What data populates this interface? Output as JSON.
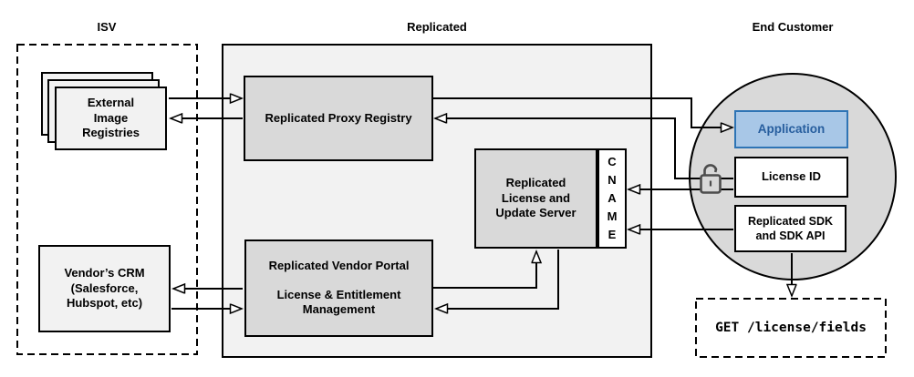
{
  "sections": {
    "isv": {
      "label": "ISV"
    },
    "replicated": {
      "label": "Replicated"
    },
    "end_customer": {
      "label": "End Customer"
    }
  },
  "nodes": {
    "external_image_registries": {
      "lines": [
        "External",
        "Image",
        "Registries"
      ]
    },
    "vendors_crm": {
      "lines": [
        "Vendor’s CRM",
        "(Salesforce,",
        "Hubspot, etc)"
      ]
    },
    "replicated_proxy_registry": {
      "label": "Replicated Proxy Registry"
    },
    "replicated_license_update_server": {
      "lines": [
        "Replicated",
        "License and",
        "Update Server"
      ]
    },
    "cname": {
      "letters": [
        "C",
        "N",
        "A",
        "M",
        "E"
      ]
    },
    "replicated_vendor_portal": {
      "title": "Replicated Vendor Portal",
      "subtitle_lines": [
        "License & Entitlement",
        "Management"
      ]
    },
    "application": {
      "label": "Application"
    },
    "license_id": {
      "label": "License ID"
    },
    "replicated_sdk": {
      "lines": [
        "Replicated SDK",
        "and SDK API"
      ]
    },
    "get_license_fields": {
      "label": "GET /license/fields"
    }
  },
  "icons": {
    "lock": "open-padlock"
  },
  "colors": {
    "container_fill": "#F2F2F2",
    "node_fill": "#D9D9D9",
    "circle_fill": "#D9D9D9",
    "application_fill": "#A8C7E7",
    "application_border": "#2E74B5",
    "application_text": "#275E9E",
    "line": "#000000",
    "lock_icon": "#4D4D4D"
  }
}
